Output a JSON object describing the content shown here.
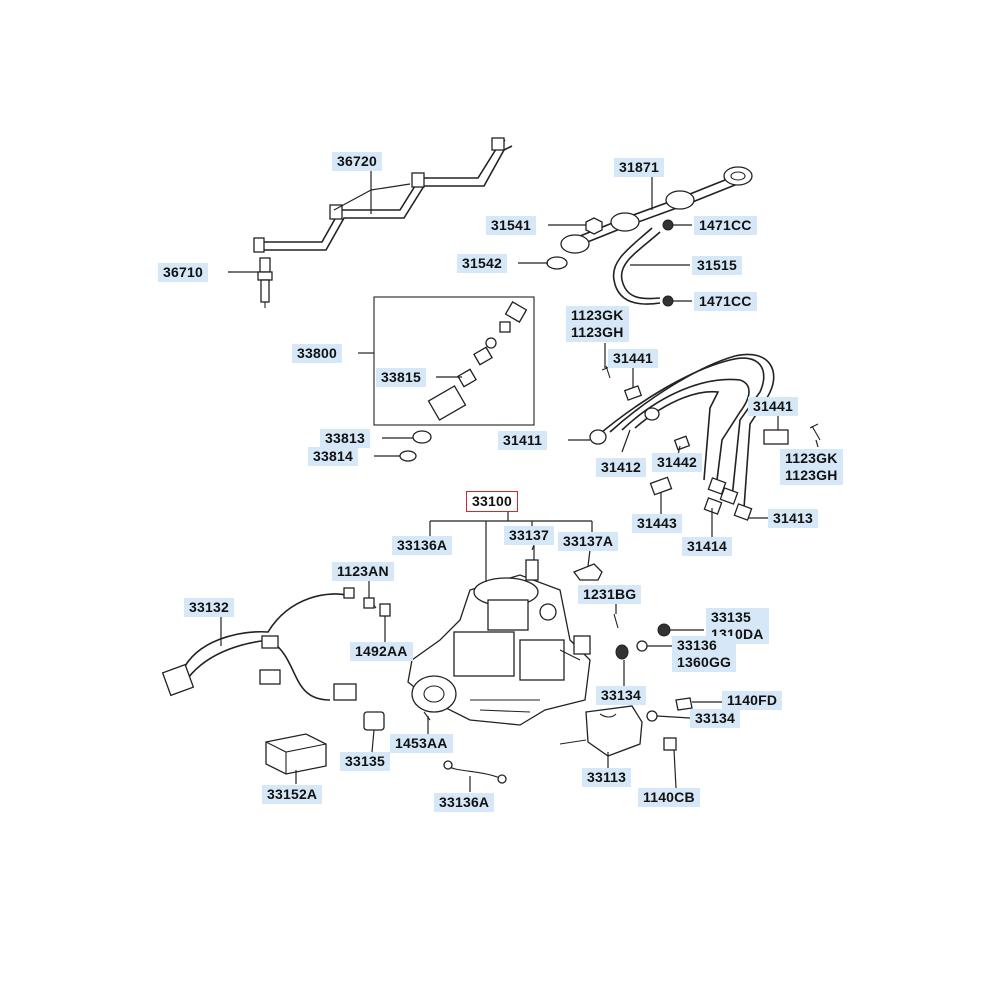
{
  "part_labels": {
    "p36720": "36720",
    "p36710": "36710",
    "p31871": "31871",
    "p31541": "31541",
    "p1471cc_a": "1471CC",
    "p31542": "31542",
    "p31515": "31515",
    "p1471cc_b": "1471CC",
    "p1123gk_gh_top": "1123GK\n1123GH",
    "p31441_a": "31441",
    "p33800": "33800",
    "p33815": "33815",
    "p33813": "33813",
    "p33814": "33814",
    "p31411": "31411",
    "p31412": "31412",
    "p31442": "31442",
    "p31441_b": "31441",
    "p1123gk_gh_right": "1123GK\n1123GH",
    "p33100": "33100",
    "p31443": "31443",
    "p31413": "31413",
    "p31414": "31414",
    "p33136a_top": "33136A",
    "p33137": "33137",
    "p33137a": "33137A",
    "p1123an": "1123AN",
    "p33132": "33132",
    "p1231bg": "1231BG",
    "p33135_1310da": "33135\n1310DA",
    "p33136_1360gg": "33136\n1360GG",
    "p1492aa": "1492AA",
    "p33134_a": "33134",
    "p1140fd": "1140FD",
    "p33134_b": "33134",
    "p1453aa": "1453AA",
    "p33135": "33135",
    "p33113": "33113",
    "p1140cb": "1140CB",
    "p33152a": "33152A",
    "p33136a_bottom": "33136A"
  },
  "colors": {
    "label_bg": "#d6e8f7",
    "highlight_border": "#d9252a",
    "line": "#222222"
  }
}
